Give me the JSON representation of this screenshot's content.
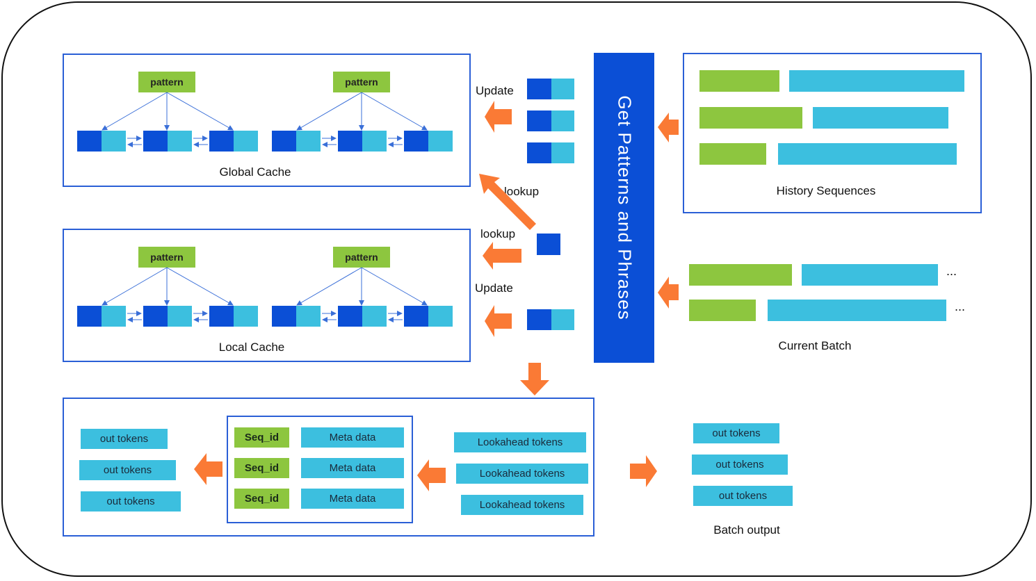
{
  "global_cache": {
    "caption": "Global Cache",
    "pattern_labels": [
      "pattern",
      "pattern"
    ]
  },
  "local_cache": {
    "caption": "Local Cache",
    "pattern_labels": [
      "pattern",
      "pattern"
    ]
  },
  "center": {
    "title": "Get Patterns and Phrases",
    "update_top": "Update",
    "lookup_global": "lookup",
    "lookup_local": "lookup",
    "update_bottom": "Update"
  },
  "history": {
    "caption": "History Sequences"
  },
  "current_batch": {
    "caption": "Current Batch",
    "ellipsis": [
      "...",
      "..."
    ]
  },
  "output_panel": {
    "out_tokens": [
      "out tokens",
      "out tokens",
      "out tokens"
    ],
    "seq_ids": [
      "Seq_id",
      "Seq_id",
      "Seq_id"
    ],
    "meta": [
      "Meta data",
      "Meta data",
      "Meta data"
    ],
    "lookahead": [
      "Lookahead tokens",
      "Lookahead tokens",
      "Lookahead tokens"
    ]
  },
  "batch_output": {
    "caption": "Batch output",
    "tokens": [
      "out tokens",
      "out tokens",
      "out tokens"
    ]
  },
  "colors": {
    "dark_blue": "#0b4fd6",
    "light_blue": "#3cbfdf",
    "green": "#8dc63f",
    "arrow_orange": "#fa7a35",
    "panel_border": "#2a5fd6"
  },
  "icons": [
    "orange-arrow-icon",
    "blue-connector-arrow-icon"
  ]
}
